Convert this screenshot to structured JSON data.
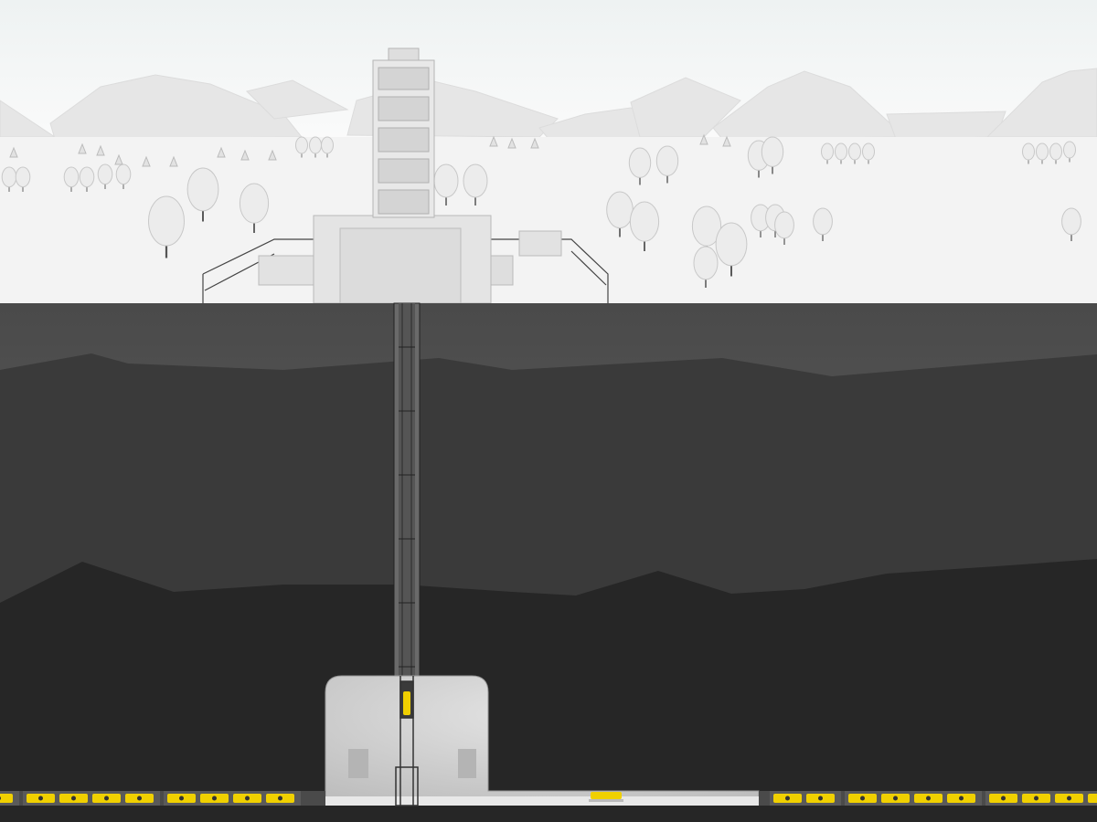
{
  "colors": {
    "sky": "#f4f6f6",
    "ground": "#f2f2f2",
    "rock_top": "#5e5e5e",
    "rock_middle": "#3a3a3a",
    "rock_bottom": "#262626",
    "chamber": "#d8d8d8",
    "canister": "#f0d000"
  },
  "repository": {
    "left_tunnel_canister_groups": [
      1,
      4,
      4
    ],
    "right_tunnel_canister_groups": [
      2,
      4,
      4
    ],
    "canisters_in_shaft_cage": 1,
    "canisters_on_transport_cart": 1
  }
}
